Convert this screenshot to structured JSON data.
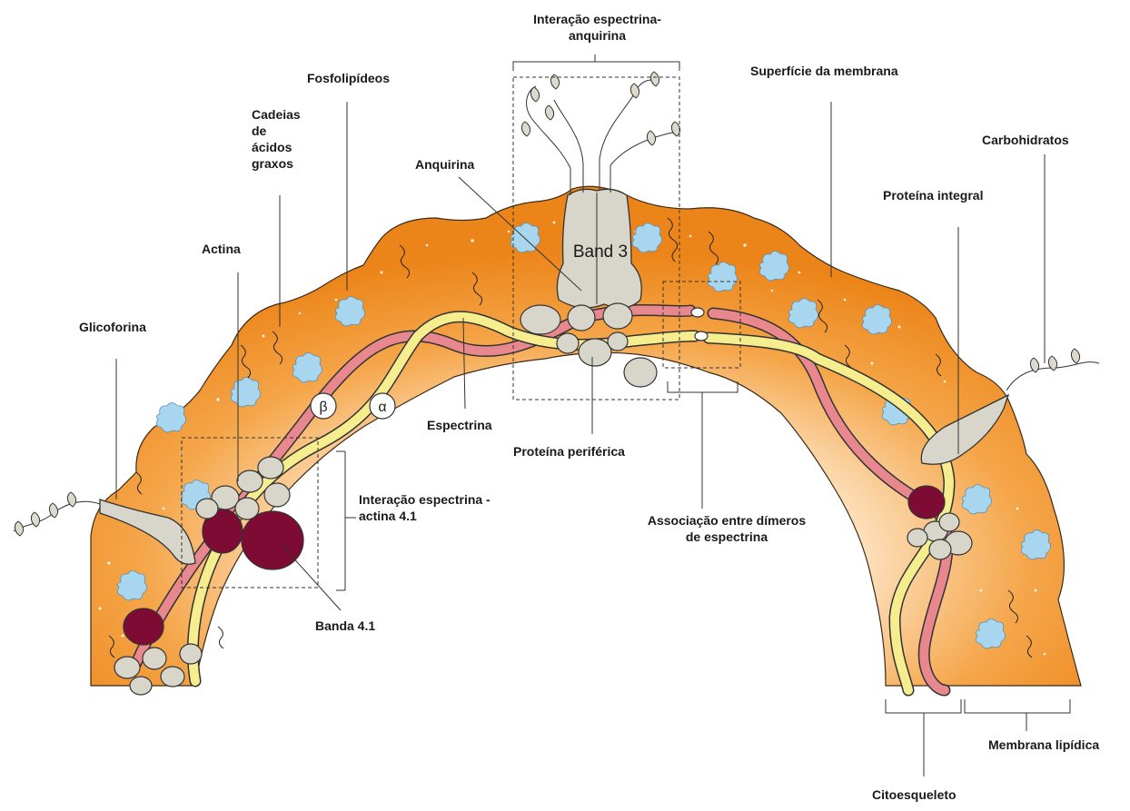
{
  "labels": {
    "spectrin_ankyrin": [
      "Interação espectrina-",
      "anquirina"
    ],
    "membrane_surface": "Superfície da membrana",
    "phospholipids": "Fosfolipídeos",
    "fatty_acid_chains": [
      "Cadeias",
      "de",
      "ácidos",
      "graxos"
    ],
    "ankyrin": "Anquirina",
    "carbohydrates": "Carbohidratos",
    "integral_protein": "Proteína integral",
    "actin": "Actina",
    "glycophorin": "Glicoforina",
    "spectrin": "Espectrina",
    "peripheral_protein": "Proteína periférica",
    "spectrin_actin": [
      "Interação espectrina -",
      "actina 4.1"
    ],
    "dimer_association": [
      "Associação entre dímeros",
      "de espectrina"
    ],
    "band_41": "Banda 4.1",
    "lipid_membrane": "Membrana lipídica",
    "cytoskeleton": "Citoesqueleto",
    "band3": "Band 3",
    "beta": "β",
    "alpha": "α"
  },
  "colors": {
    "membrane_orange": "#f08c1e",
    "membrane_light": "#fde6c8",
    "spectrin_pink": "#e8878d",
    "spectrin_yellow": "#f6ee8e",
    "protein_gray": "#d8d6ca",
    "band41_maroon": "#7d0b33",
    "phospholipid_blue": "#a9d6ef",
    "line": "#2a2a2a"
  }
}
